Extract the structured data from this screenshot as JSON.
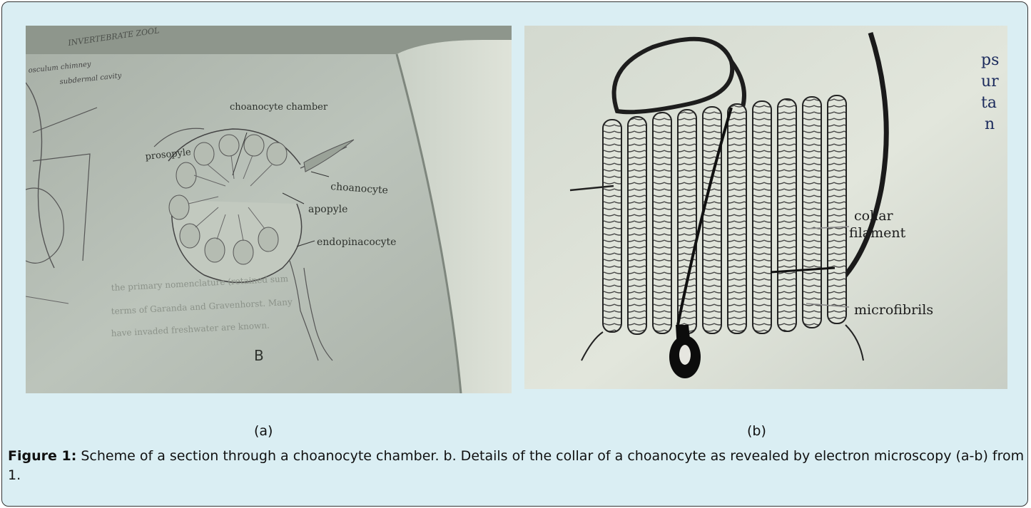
{
  "figure": {
    "panel_a": {
      "label": "(a)",
      "page_header": "INVERTEBRATE ZOOL",
      "labels": {
        "osculum": "osculum chimney",
        "subdermal": "subdermal cavity",
        "chamber": "choanocyte chamber",
        "prosopyle": "prosopyle",
        "choanocyte": "choanocyte",
        "apopyle": "apopyle",
        "endopinacocyte": "endopinacocyte",
        "letter": "B"
      },
      "body_text": [
        "the primary nomenclature (retained sum",
        "terms of Garanda and Gravenhorst. Many",
        "have invaded freshwater are known."
      ]
    },
    "panel_b": {
      "label": "(b)",
      "labels": {
        "collar": "collar",
        "filament": "filament",
        "microfibrils": "microfibrils"
      },
      "margin_text": [
        "ps",
        "ur",
        "ta",
        "n"
      ]
    },
    "caption_lead": "Figure 1:",
    "caption_text": "Scheme of a section through a choanocyte chamber. b. Details of the collar of a choanocyte as revealed by electron microscopy (a-b) from 1."
  }
}
